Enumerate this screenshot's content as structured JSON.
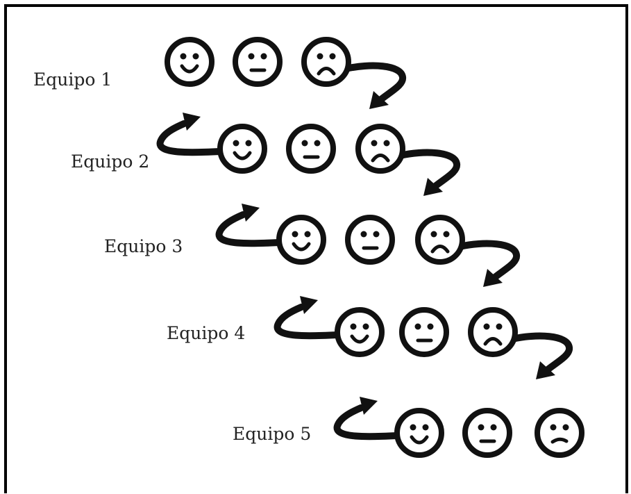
{
  "teams": [
    {
      "label": "Equipo 1",
      "faces": [
        "happy",
        "neutral",
        "sad"
      ],
      "arrow_in": false,
      "arrow_out": true
    },
    {
      "label": "Equipo 2",
      "faces": [
        "happy",
        "neutral",
        "sad"
      ],
      "arrow_in": true,
      "arrow_out": true
    },
    {
      "label": "Equipo 3",
      "faces": [
        "happy",
        "neutral",
        "sad"
      ],
      "arrow_in": true,
      "arrow_out": true
    },
    {
      "label": "Equipo 4",
      "faces": [
        "happy",
        "neutral",
        "sad"
      ],
      "arrow_in": true,
      "arrow_out": true
    },
    {
      "label": "Equipo 5",
      "faces": [
        "happy",
        "neutral",
        "slightly-sad"
      ],
      "arrow_in": true,
      "arrow_out": false
    }
  ],
  "colors": {
    "ink": "#111111",
    "background": "#ffffff"
  }
}
